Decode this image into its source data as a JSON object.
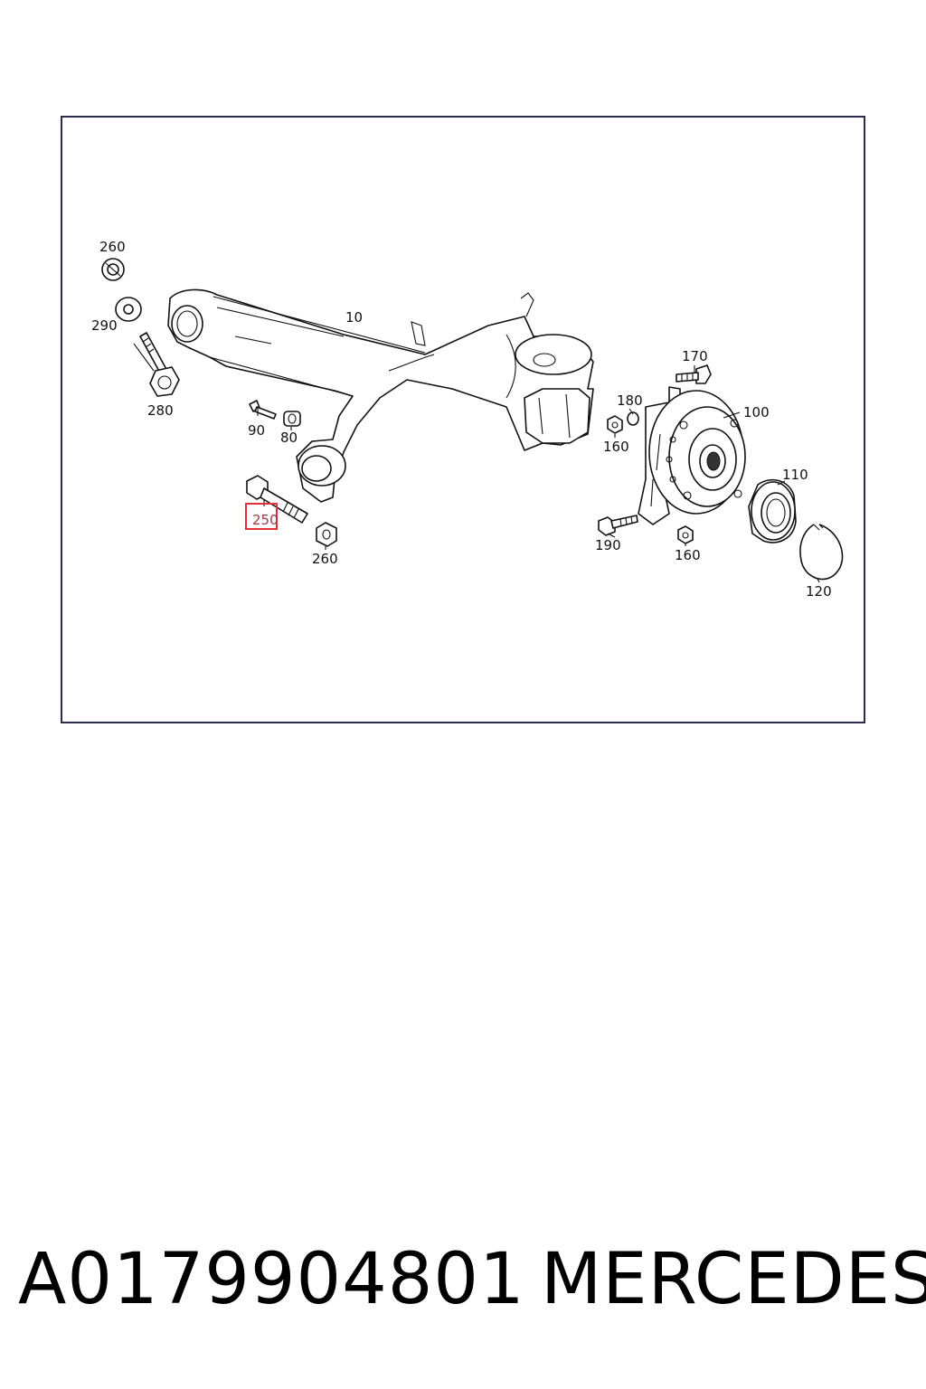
{
  "diagram": {
    "callouts": {
      "c260a": "260",
      "c290": "290",
      "c280": "280",
      "c10": "10",
      "c90": "90",
      "c80": "80",
      "c250": "250",
      "c260b": "260",
      "c170": "170",
      "c180": "180",
      "c100": "100",
      "c160a": "160",
      "c110": "110",
      "c190": "190",
      "c160b": "160",
      "c120": "120"
    },
    "highlighted_callout": "250",
    "highlight_color": "#e0303a"
  },
  "footer": {
    "part_number": "A0179904801",
    "brand": "MERCEDES"
  }
}
